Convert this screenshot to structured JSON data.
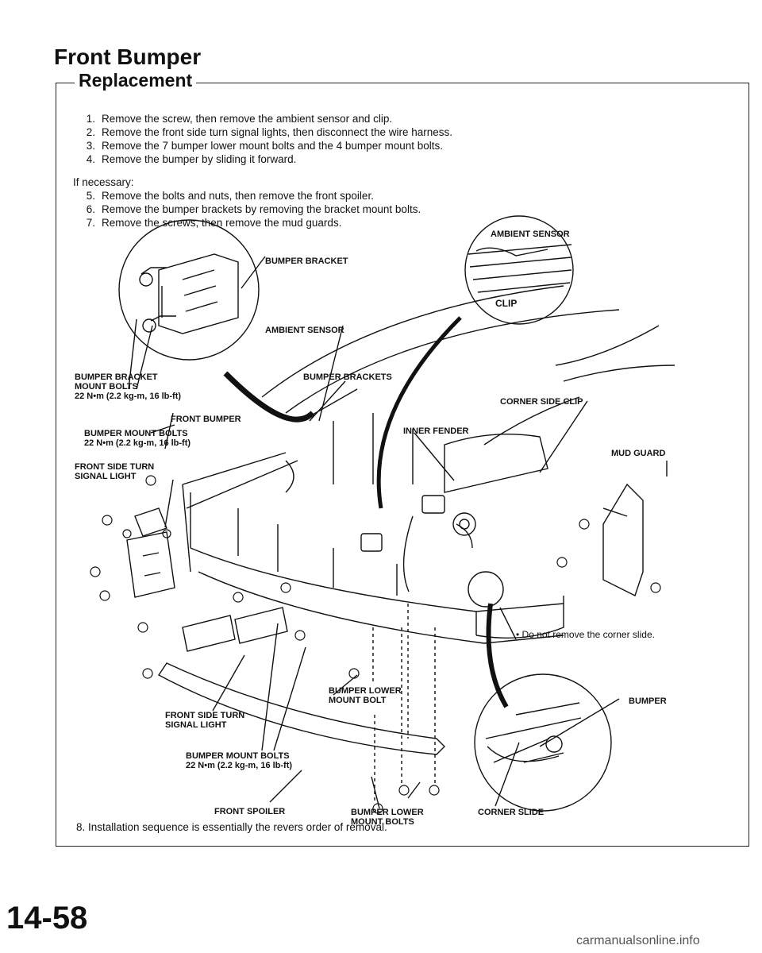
{
  "page": {
    "title": "Front Bumper",
    "section": "Replacement",
    "page_number": "14-58",
    "watermark": "carmanualsonline.info"
  },
  "steps": [
    {
      "num": "1.",
      "text": "Remove the screw, then remove the ambient sensor and clip."
    },
    {
      "num": "2.",
      "text": "Remove the front side turn signal lights, then disconnect the wire harness."
    },
    {
      "num": "3.",
      "text": "Remove the 7 bumper lower mount bolts and the 4 bumper mount bolts."
    },
    {
      "num": "4.",
      "text": "Remove the bumper by sliding it forward."
    }
  ],
  "if_necessary": "If necessary:",
  "optional_steps": [
    {
      "num": "5.",
      "text": "Remove the bolts and nuts, then remove the front spoiler."
    },
    {
      "num": "6.",
      "text": "Remove the bumper brackets by removing the bracket mount bolts."
    },
    {
      "num": "7.",
      "text": "Remove the screws, then remove the mud guards."
    }
  ],
  "final_step": "8.  Installation sequence is essentially the revers order of removal.",
  "labels": {
    "bumper_bracket": "BUMPER BRACKET",
    "ambient_sensor_detail": "AMBIENT SENSOR",
    "clip": "CLIP",
    "ambient_sensor": "AMBIENT SENSOR",
    "bracket_mount_bolts": "BUMPER BRACKET\nMOUNT BOLTS\n22 N•m (2.2 kg-m, 16 lb-ft)",
    "bumper_brackets": "BUMPER BRACKETS",
    "corner_side_clip": "CORNER SIDE CLIP",
    "front_bumper": "FRONT BUMPER",
    "bumper_mount_bolts_top": "BUMPER MOUNT BOLTS\n22 N•m (2.2 kg-m, 16 lb-ft)",
    "inner_fender": "INNER FENDER",
    "front_side_turn_signal_top": "FRONT SIDE TURN\nSIGNAL LIGHT",
    "mud_guard": "MUD GUARD",
    "corner_note": "• Do not remove the corner slide.",
    "bumper_lower_mount_bolt": "BUMPER LOWER\nMOUNT BOLT",
    "bumper": "BUMPER",
    "front_side_turn_signal_bottom": "FRONT SIDE TURN\nSIGNAL LIGHT",
    "bumper_mount_bolts_bottom": "BUMPER MOUNT BOLTS\n22 N•m (2.2 kg-m, 16 lb-ft)",
    "front_spoiler": "FRONT SPOILER",
    "bumper_lower_mount_bolts": "BUMPER LOWER\nMOUNT BOLTS",
    "corner_slide": "CORNER SLIDE"
  }
}
